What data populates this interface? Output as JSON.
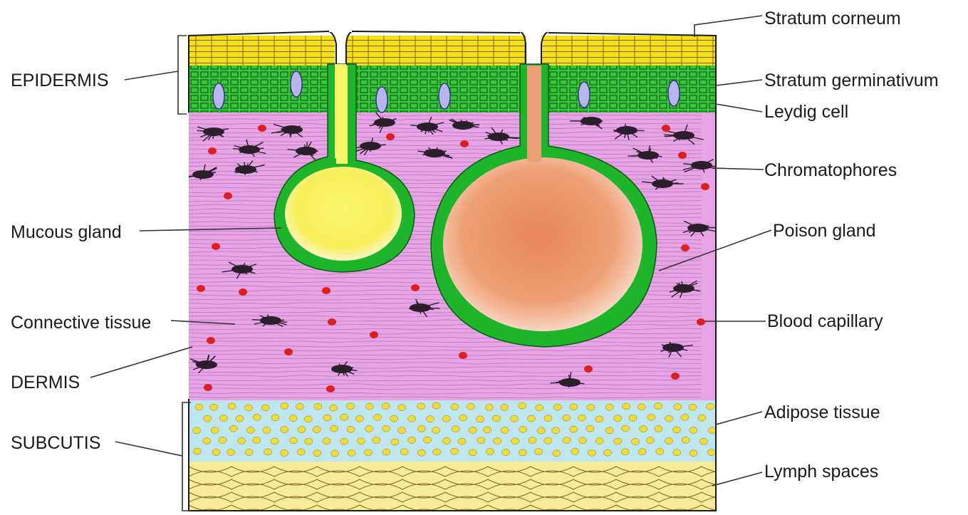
{
  "diagram": {
    "labels_left": {
      "epidermis": "EPIDERMIS",
      "mucous_gland": "Mucous gland",
      "connective_tissue": "Connective tissue",
      "dermis": "DERMIS",
      "subcutis": "SUBCUTIS"
    },
    "labels_right": {
      "stratum_corneum": "Stratum corneum",
      "stratum_germinativum": "Stratum germinativum",
      "leydig_cell": "Leydig cell",
      "chromatophores": "Chromatophores",
      "poison_gland": "Poison gland",
      "blood_capillary": "Blood capillary",
      "adipose_tissue": "Adipose tissue",
      "lymph_spaces": "Lymph spaces"
    },
    "colors": {
      "stratum_corneum": "#f2df1a",
      "stratum_germinativum": "#37c43a",
      "dermis": "#e7a6e6",
      "dermis_fibers": "#8d4b8d",
      "chromatophore": "#2a1f2a",
      "blood_capillary": "#dd1f1f",
      "mucous_gland": "#fbf36a",
      "poison_gland": "#ec9e74",
      "gland_wall": "#1fb52a",
      "leydig_cell": "#b7b5ef",
      "adipose_bg": "#bfe6f0",
      "adipose_cell": "#f0dc3a",
      "lymph_bg": "#f5ec9c"
    }
  }
}
